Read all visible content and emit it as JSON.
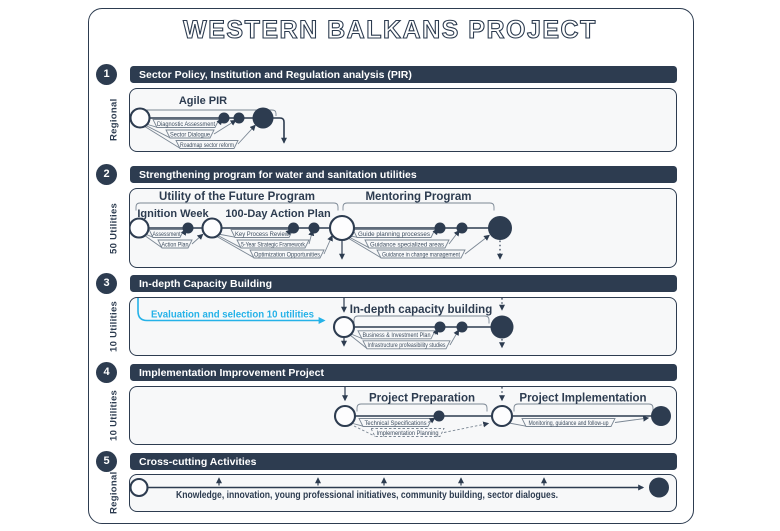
{
  "title": "WESTERN BALKANS PROJECT",
  "colors": {
    "navy": "#2d3c50",
    "cyan": "#25b2e8",
    "panel_bg": "#f7f8f9"
  },
  "sections": [
    {
      "number": "1",
      "header": "Sector Policy, Institution and Regulation analysis (PIR)",
      "lane": "Regional",
      "group": "Agile PIR",
      "steps": [
        "Diagnostic Assessment",
        "Sector Dialogue",
        "Roadmap sector reform"
      ]
    },
    {
      "number": "2",
      "header": "Strengthening program for water and sanitation utilities",
      "lane": "50 Utilities",
      "program1": "Utility of the Future Program",
      "program2": "Mentoring Program",
      "phase1": "Ignition Week",
      "phase2": "100-Day Action Plan",
      "phase1_steps": [
        "Assessment",
        "Action Plan"
      ],
      "phase2_steps": [
        "Key Process Review",
        "5-Year Strategic Framework",
        "Optimization Opportunities"
      ],
      "mentoring_steps": [
        "Guide planning processes",
        "Guidance specialized areas",
        "Guidance in change management"
      ]
    },
    {
      "number": "3",
      "header": "In-depth Capacity Building",
      "lane": "10 Utilities",
      "callout": "Evaluation and selection 10 utilities",
      "group": "In-depth capacity building",
      "steps": [
        "Business & Investment Plan",
        "Infrastructure profeasibility studies"
      ]
    },
    {
      "number": "4",
      "header": "Implementation Improvement Project",
      "lane": "10 Utilities",
      "group1": "Project Preparation",
      "group2": "Project Implementation",
      "prep_steps": [
        "Technical Specifications",
        "Implementation Planning"
      ],
      "impl_steps": [
        "Monitoring, guidance and follow-up"
      ]
    },
    {
      "number": "5",
      "header": "Cross-cutting Activities",
      "lane": "Regional",
      "caption": "Knowledge, innovation, young professional initiatives, community building, sector dialogues."
    }
  ]
}
